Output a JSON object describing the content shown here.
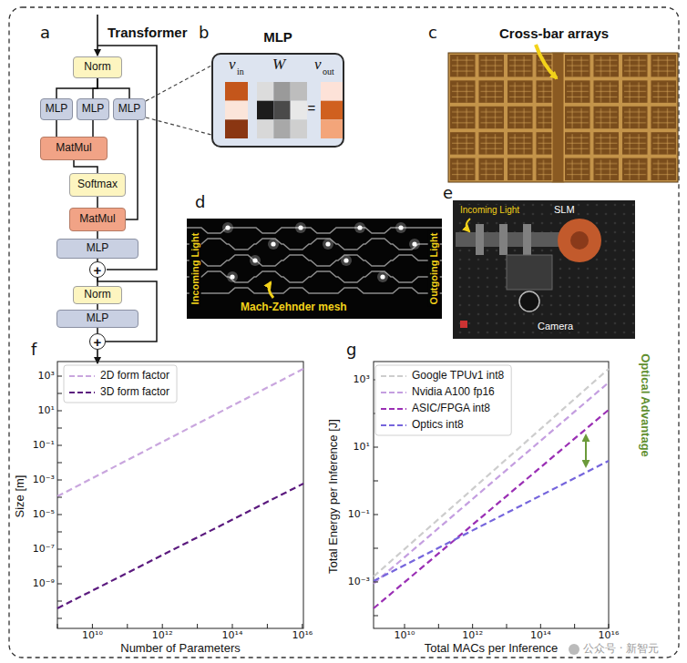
{
  "diagram": {
    "nodes": [
      {
        "text": [
          "Norm"
        ]
      },
      {
        "text": [
          "MLP"
        ]
      },
      {
        "text": [
          "MLP"
        ]
      },
      {
        "text": [
          "MLP"
        ]
      },
      {
        "text": [
          "MatMul"
        ]
      },
      {
        "text": [
          "Softmax"
        ]
      },
      {
        "text": [
          "MatMul"
        ]
      },
      {
        "text": [
          "MLP"
        ]
      },
      {
        "text": [
          "+"
        ]
      },
      {
        "text": [
          "Norm"
        ]
      },
      {
        "text": [
          "MLP"
        ]
      },
      {
        "text": [
          "+"
        ]
      },
      {
        "text": [
          "MLP"
        ]
      }
    ],
    "edges": [
      {
        "from": 0,
        "to": 1,
        "arrow": "none"
      },
      {
        "from": 0,
        "to": 2,
        "arrow": "none"
      },
      {
        "from": 0,
        "to": 3,
        "arrow": "none"
      },
      {
        "from": 1,
        "to": 4,
        "arrow": "none"
      },
      {
        "from": 2,
        "to": 4,
        "arrow": "none"
      },
      {
        "from": 4,
        "to": 5,
        "arrow": "none"
      },
      {
        "from": 5,
        "to": 6,
        "arrow": "none"
      },
      {
        "from": 3,
        "to": 6,
        "arrow": "none"
      },
      {
        "from": 6,
        "to": 7,
        "arrow": "none"
      },
      {
        "from": 7,
        "to": 8,
        "arrow": "none"
      },
      {
        "from": 8,
        "to": 9,
        "arrow": "none"
      },
      {
        "from": 9,
        "to": 10,
        "arrow": "none"
      },
      {
        "from": 10,
        "to": 11,
        "arrow": "none"
      },
      {
        "from": 8,
        "to": 11,
        "arrow": "none"
      },
      {
        "from": 3,
        "to": 12,
        "arrow": "none"
      }
    ],
    "labels": [
      "a",
      "Transformer",
      "b",
      "v",
      "in",
      "W",
      "=",
      "v",
      "out",
      "c",
      "Cross-bar arrays",
      "d",
      "Incoming Light",
      "Mach-Zehnder mesh",
      "Outgoing Light",
      "e",
      "Incoming Light",
      "SLM",
      "Camera",
      "f",
      "Size [m]",
      "10³",
      "10¹",
      "10⁻¹",
      "10⁻³",
      "10⁻⁵",
      "10⁻⁷",
      "10⁻⁹",
      "10¹⁰",
      "10¹²",
      "10¹⁴",
      "10¹⁶",
      "Number of Parameters",
      "g",
      "Total Energy per Inference [J]",
      "10³",
      "10¹",
      "10⁻¹",
      "10⁻³",
      "10¹⁰",
      "10¹²",
      "10¹⁴",
      "10¹⁶",
      "Total MACs per Inference",
      "Optical Advantage",
      "公众号 · 新智元"
    ],
    "legend": [
      {
        "text": "2D form factor"
      },
      {
        "text": "3D form factor"
      },
      {
        "text": "Google TPUv1 int8"
      },
      {
        "text": "Nvidia A100 fp16"
      },
      {
        "text": "ASIC/FPGA int8"
      },
      {
        "text": "Optics int8"
      }
    ]
  }
}
